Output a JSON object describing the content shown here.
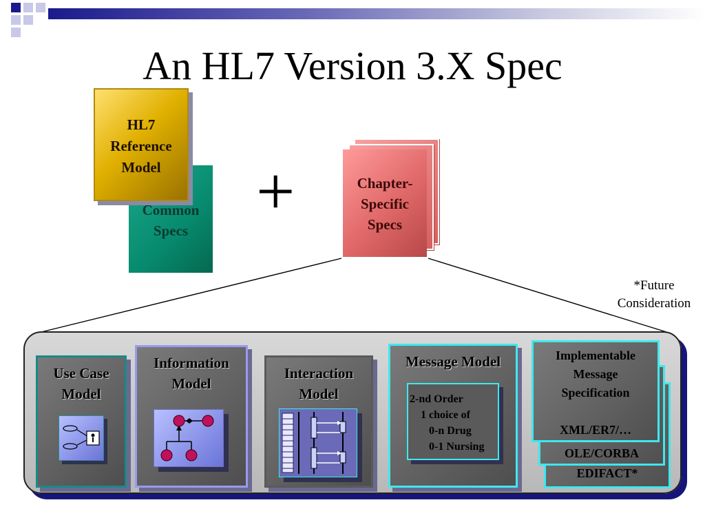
{
  "title": "An HL7 Version 3.X Spec",
  "plus_symbol": "+",
  "reference_model": {
    "line1": "HL7",
    "line2": "Reference",
    "line3": "Model"
  },
  "common_specs": {
    "line1": "Common",
    "line2": "Specs"
  },
  "chapter_specs": {
    "line1": "Chapter-",
    "line2": "Specific",
    "line3": "Specs"
  },
  "future_note": {
    "line1": "*Future",
    "line2": "Consideration"
  },
  "models": {
    "use_case": {
      "line1": "Use Case",
      "line2": "Model"
    },
    "information": {
      "line1": "Information",
      "line2": "Model"
    },
    "interaction": {
      "line1": "Interaction",
      "line2": "Model"
    },
    "message": {
      "label": "Message Model",
      "order_lines": [
        "2-nd Order",
        "1 choice of",
        "0-n Drug",
        "0-1 Nursing"
      ]
    },
    "implementable": {
      "line1": "Implementable",
      "line2": "Message",
      "line3": "Specification",
      "line4": "XML/ER7/…",
      "line5": "OLE/CORBA",
      "line6": "EDIFACT*"
    }
  },
  "colors": {
    "gold": "#e0b000",
    "green": "#078a6e",
    "red": "#e06868",
    "tray_shadow": "#16167a",
    "cyan_border": "#3ee8ee",
    "periwinkle_border": "#9a9af0",
    "teal_border": "#188a88"
  },
  "icons": [
    "use-case-diagram-icon",
    "class-diagram-icon",
    "sequence-diagram-icon"
  ]
}
